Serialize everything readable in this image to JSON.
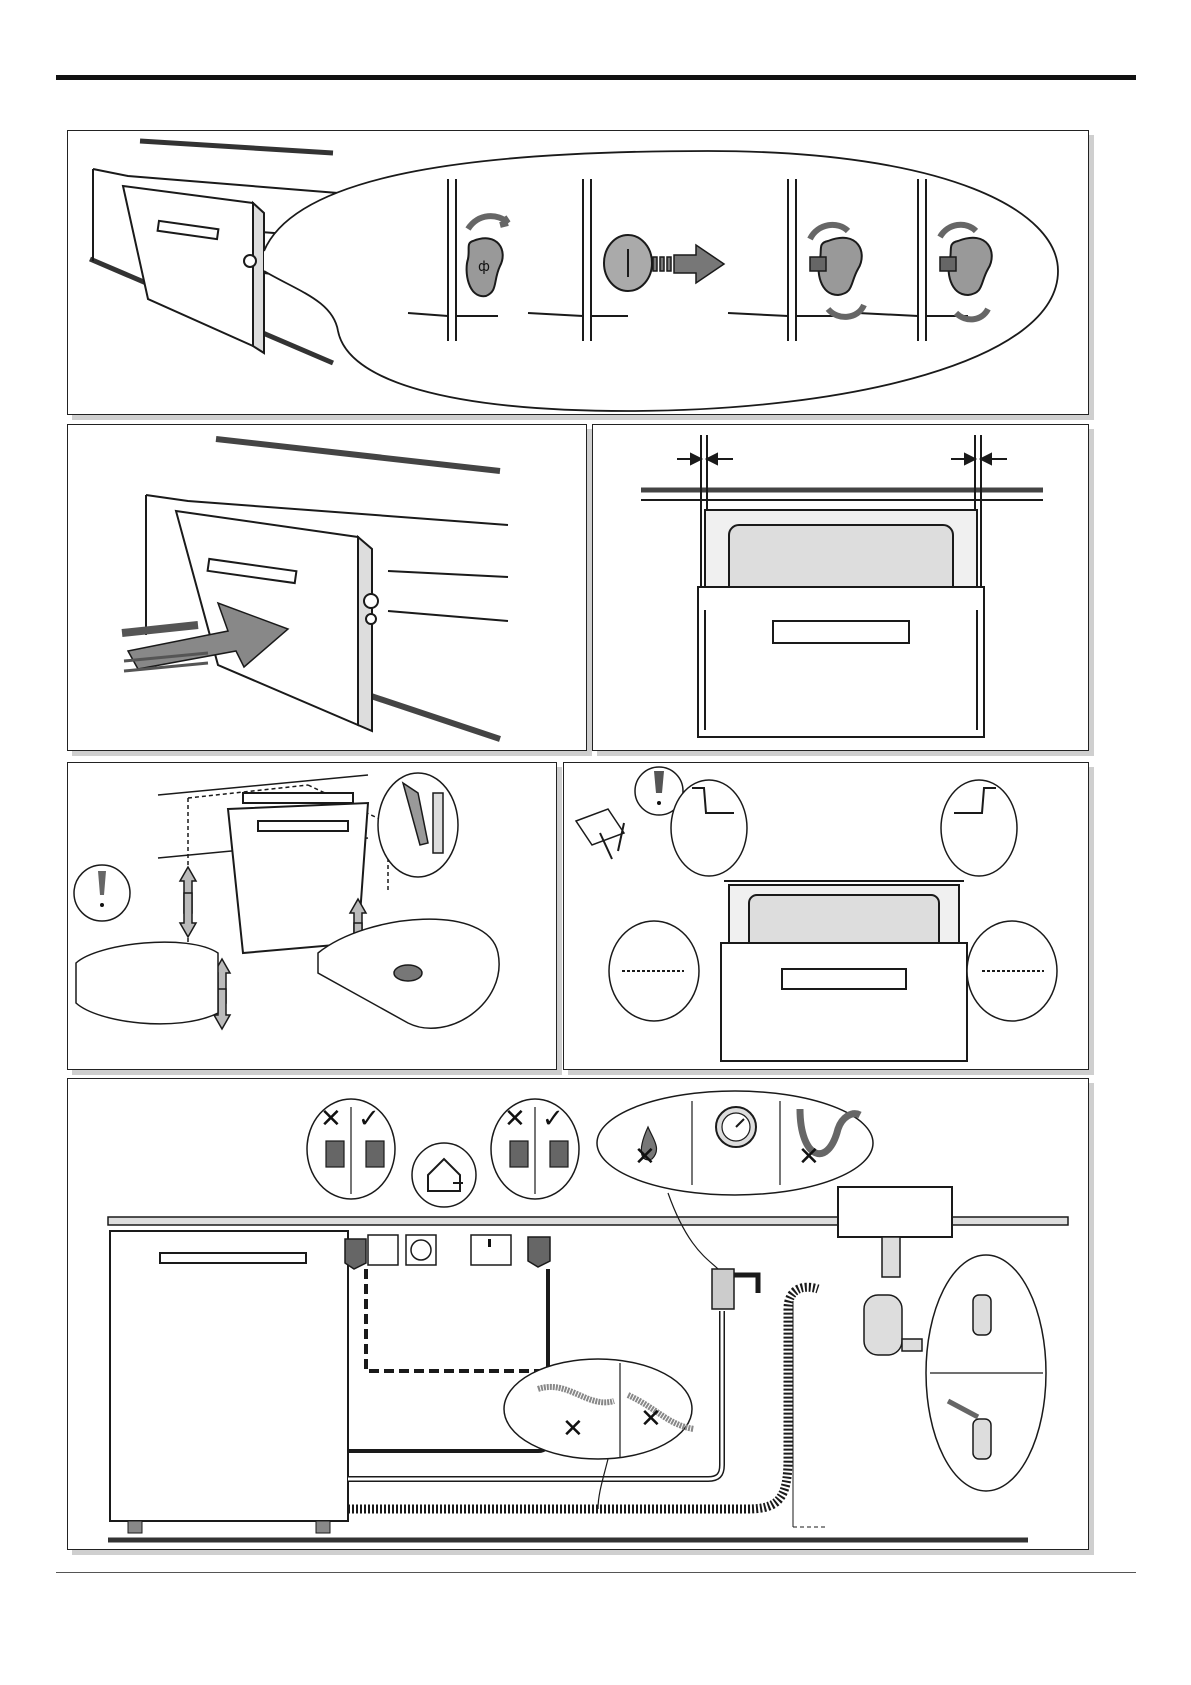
{
  "document": {
    "type": "installation-illustration-page",
    "text_labels": []
  },
  "panels": [
    {
      "id": "step-1",
      "subject": "door-hinge-adjustment",
      "icons": [
        "door-icon",
        "hinge-knob-icon",
        "rotate-arrow-icon",
        "push-arrow-icon"
      ]
    },
    {
      "id": "step-2",
      "subject": "push-dishwasher-into-cabinet",
      "icons": [
        "big-arrow-icon"
      ]
    },
    {
      "id": "step-3",
      "subject": "side-gap-check",
      "icons": [
        "gap-arrow-icon"
      ]
    },
    {
      "id": "step-4",
      "subject": "height-levelling-feet",
      "icons": [
        "screwdriver-icon",
        "spirit-level-icon",
        "wrench-icon",
        "up-down-arrow-icon"
      ]
    },
    {
      "id": "step-5",
      "subject": "fix-to-worktop-with-screws",
      "icons": [
        "screwdriver-icon",
        "screw-pack-icon",
        "bracket-icon"
      ]
    },
    {
      "id": "step-6",
      "subject": "electric-water-drain-connections",
      "icons": [
        "plug-icon",
        "socket-icon",
        "earth-icon",
        "tap-icon",
        "pressure-gauge-icon",
        "hose-icon",
        "siphon-icon"
      ]
    }
  ],
  "symbols": {
    "wrong": "✕",
    "right": "✓"
  },
  "colors": {
    "line": "#1a1a1a",
    "shade": "#d9d9d9",
    "dark_shade": "#777777",
    "arrow": "#8a8a8a"
  }
}
